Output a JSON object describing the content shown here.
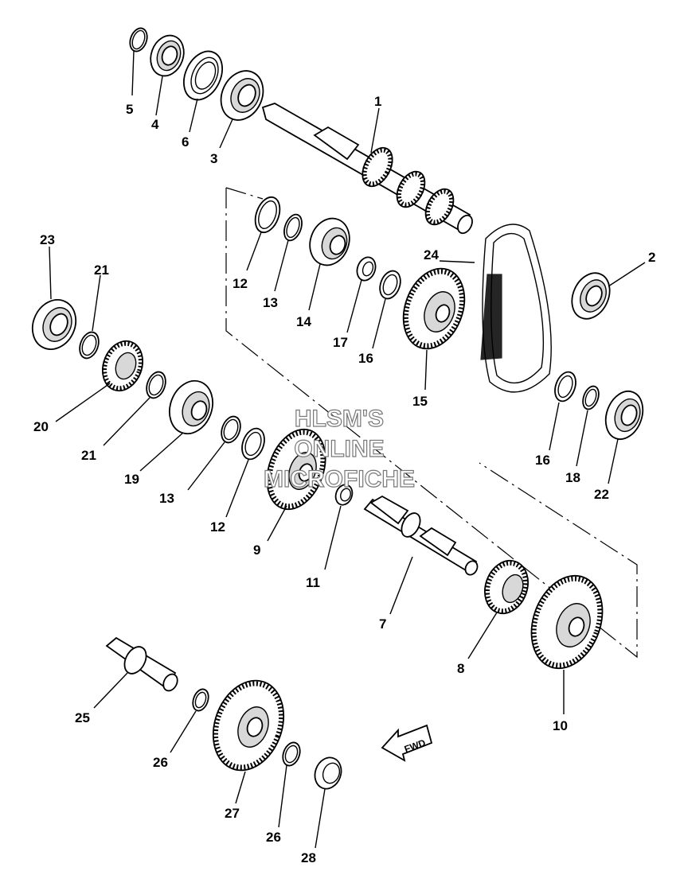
{
  "watermark": {
    "line1": "HLSM'S",
    "line2": "ONLINE",
    "line3": "MICROFICHE"
  },
  "fwd_label": "FWD",
  "callouts": {
    "c1": "1",
    "c2": "2",
    "c3": "3",
    "c4": "4",
    "c5": "5",
    "c6": "6",
    "c7": "7",
    "c8": "8",
    "c9": "9",
    "c10": "10",
    "c11": "11",
    "c12a": "12",
    "c12b": "12",
    "c13a": "13",
    "c13b": "13",
    "c14": "14",
    "c15": "15",
    "c16a": "16",
    "c16b": "16",
    "c17": "17",
    "c18": "18",
    "c19": "19",
    "c20": "20",
    "c21a": "21",
    "c21b": "21",
    "c22": "22",
    "c23": "23",
    "c24": "24",
    "c25": "25",
    "c26a": "26",
    "c26b": "26",
    "c27": "27",
    "c28": "28"
  }
}
